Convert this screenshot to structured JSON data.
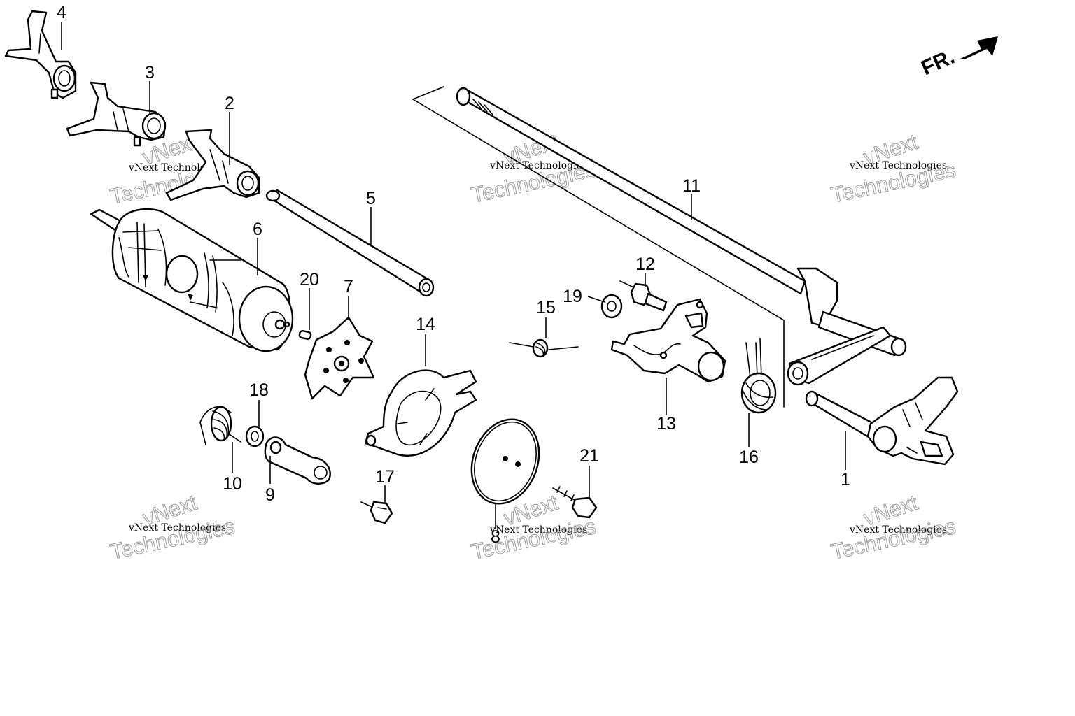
{
  "diagram": {
    "direction_label": "FR.",
    "colors": {
      "line": "#000000",
      "background": "#ffffff",
      "watermark_outline": "#9a9a9a"
    },
    "watermark": {
      "brand": "vNext",
      "line1": "vNext Technologies",
      "line2": "Technologies"
    },
    "callouts": [
      {
        "id": "1",
        "label": "1"
      },
      {
        "id": "2",
        "label": "2"
      },
      {
        "id": "3",
        "label": "3"
      },
      {
        "id": "4",
        "label": "4"
      },
      {
        "id": "5",
        "label": "5"
      },
      {
        "id": "6",
        "label": "6"
      },
      {
        "id": "7",
        "label": "7"
      },
      {
        "id": "8",
        "label": "8"
      },
      {
        "id": "9",
        "label": "9"
      },
      {
        "id": "10",
        "label": "10"
      },
      {
        "id": "11",
        "label": "11"
      },
      {
        "id": "12",
        "label": "12"
      },
      {
        "id": "13",
        "label": "13"
      },
      {
        "id": "14",
        "label": "14"
      },
      {
        "id": "15",
        "label": "15"
      },
      {
        "id": "16",
        "label": "16"
      },
      {
        "id": "17",
        "label": "17"
      },
      {
        "id": "18",
        "label": "18"
      },
      {
        "id": "19",
        "label": "19"
      },
      {
        "id": "20",
        "label": "20"
      },
      {
        "id": "21",
        "label": "21"
      }
    ]
  }
}
